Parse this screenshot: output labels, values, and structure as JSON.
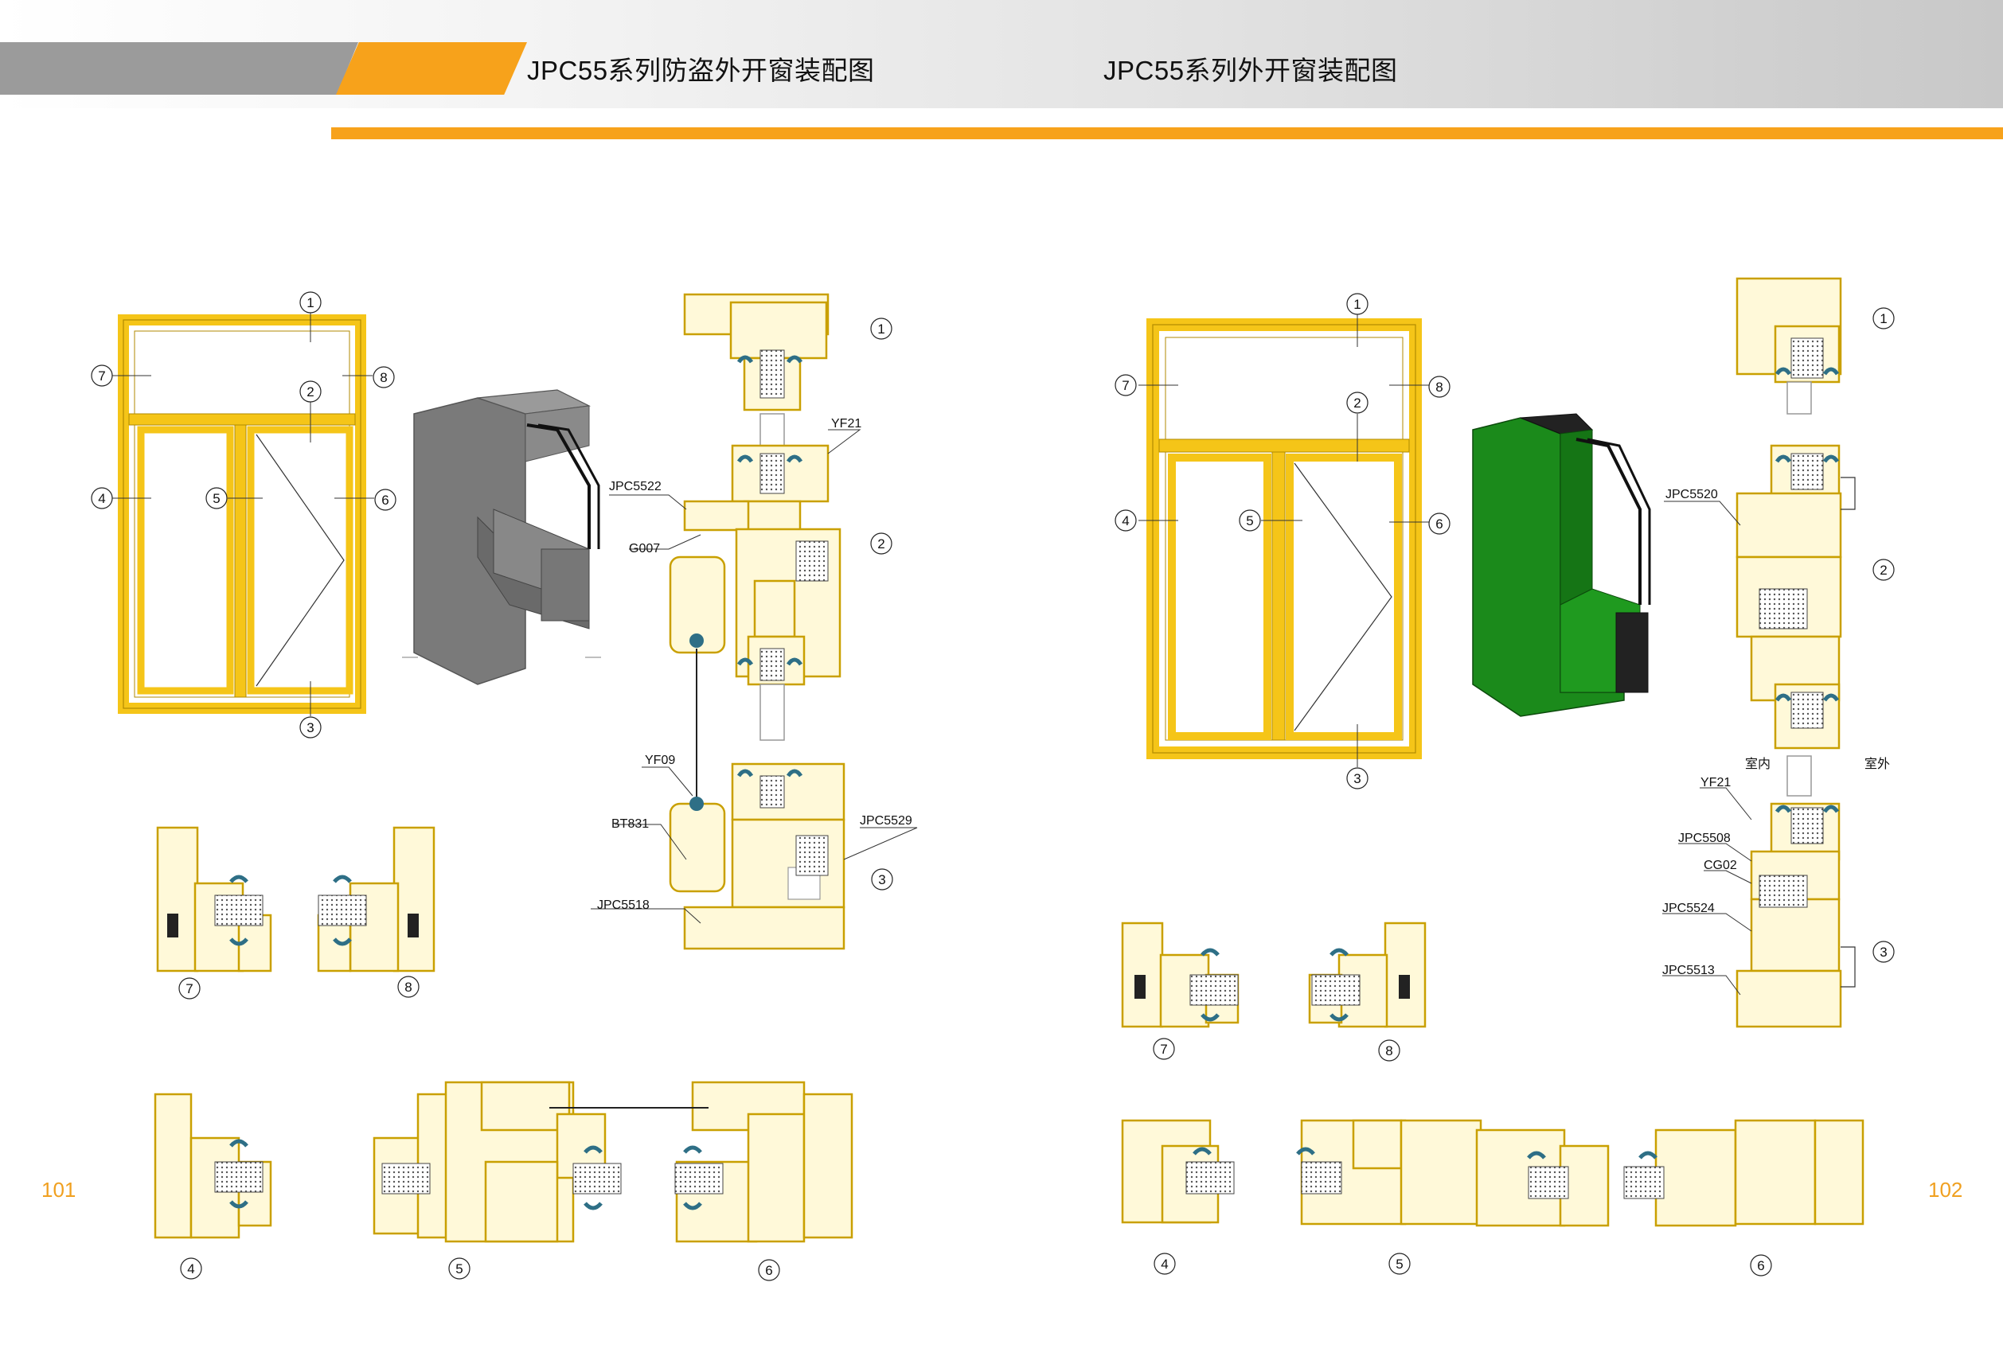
{
  "titles": {
    "left": "JPC55系列防盗外开窗装配图",
    "right": "JPC55系列外开窗装配图"
  },
  "page_numbers": {
    "left": "101",
    "right": "102"
  },
  "callouts": [
    "1",
    "2",
    "3",
    "4",
    "5",
    "6",
    "7",
    "8"
  ],
  "left_labels": [
    "JPC5522",
    "G007",
    "YF21",
    "YF09",
    "BT831",
    "JPC5529",
    "JPC5518"
  ],
  "right_labels": [
    "JPC5520",
    "YF21",
    "JPC5508",
    "CG02",
    "JPC5524",
    "JPC5513"
  ],
  "side_labels": {
    "indoor": "室内",
    "outdoor": "室外"
  },
  "colors": {
    "frame": "#f5c518",
    "profile": "#e8b800",
    "profile_fill": "#fff9d9",
    "accent": "#f7a21b",
    "gasket": "#2e6f86",
    "sample_gray": "#7a7a7a",
    "sample_green": "#1b8a1b"
  }
}
